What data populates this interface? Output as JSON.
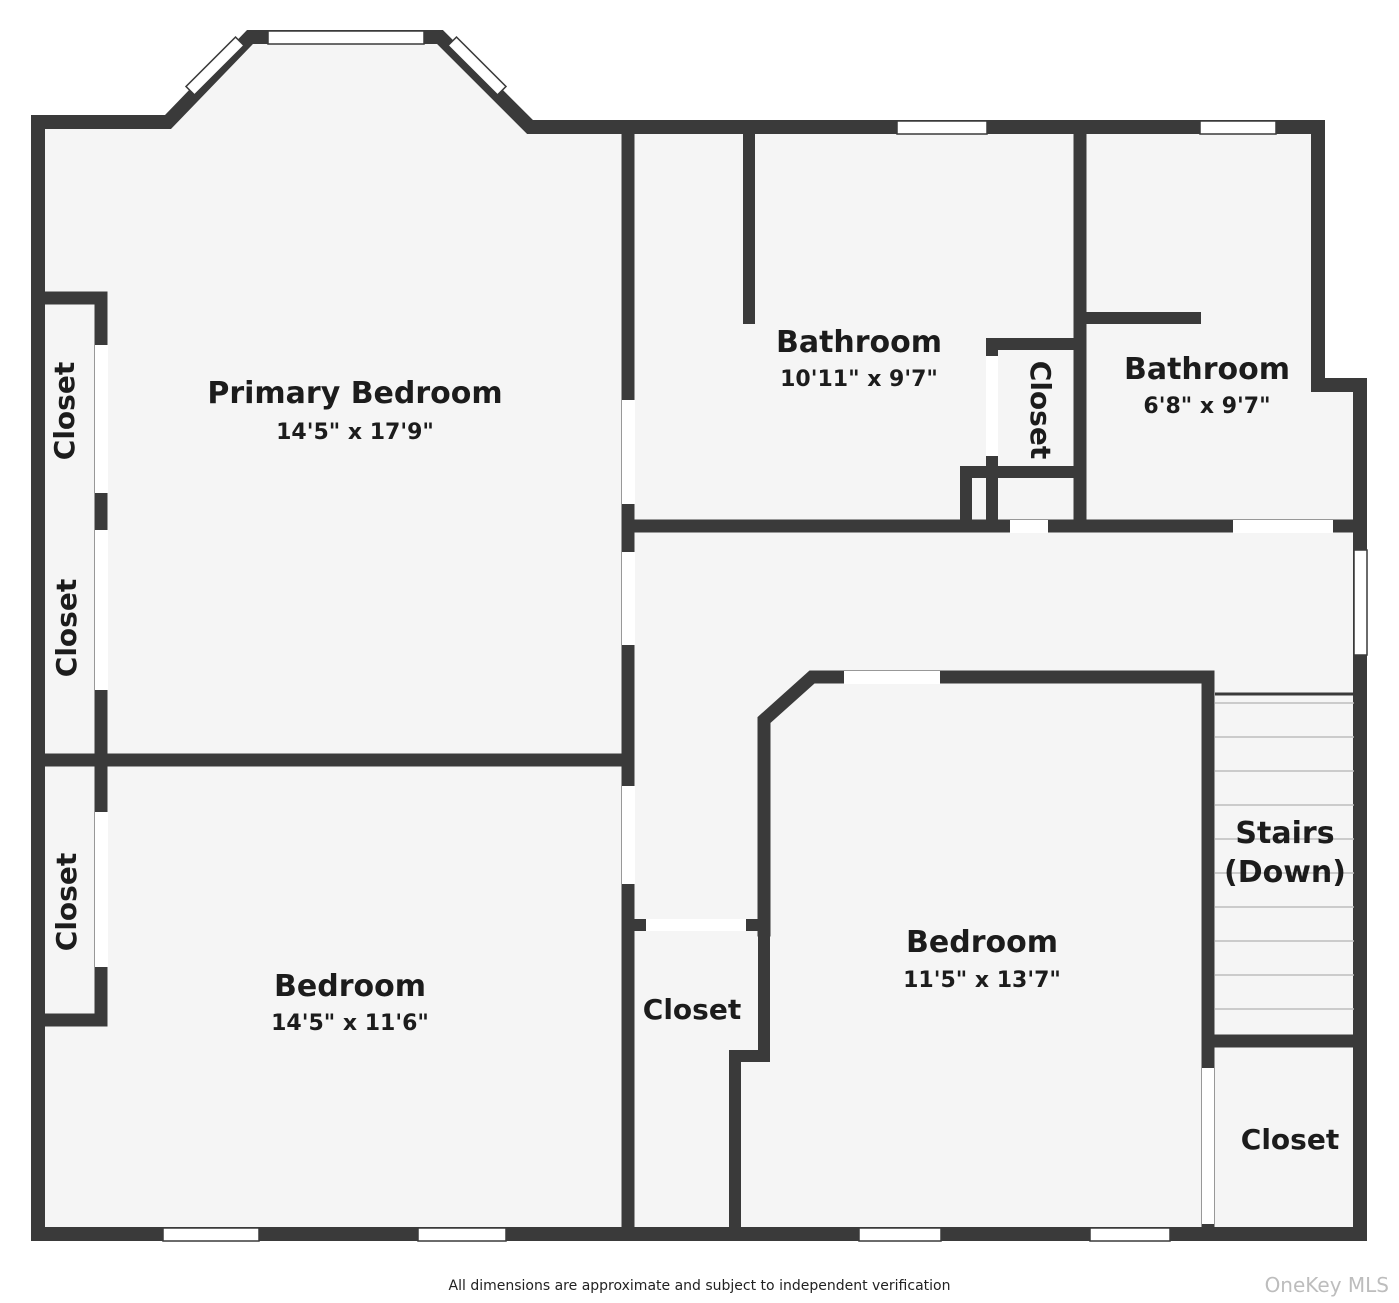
{
  "rooms": {
    "primary_bedroom": {
      "name": "Primary Bedroom",
      "dims": "14'5\" x 17'9\""
    },
    "bathroom_main": {
      "name": "Bathroom",
      "dims": "10'11\" x 9'7\""
    },
    "bathroom_small": {
      "name": "Bathroom",
      "dims": "6'8\" x 9'7\""
    },
    "bedroom_left": {
      "name": "Bedroom",
      "dims": "14'5\" x 11'6\""
    },
    "bedroom_right": {
      "name": "Bedroom",
      "dims": "11'5\" x 13'7\""
    },
    "stairs": {
      "line1": "Stairs",
      "line2": "(Down)"
    }
  },
  "closets": {
    "left_upper": "Closet",
    "left_middle": "Closet",
    "left_lower": "Closet",
    "bathroom": "Closet",
    "hall": "Closet",
    "bottom_right": "Closet"
  },
  "footer": {
    "note": "All dimensions are approximate and subject to independent verification",
    "watermark": "OneKey MLS"
  },
  "colors": {
    "wall": "#3a3a3a",
    "floor": "#f5f5f5",
    "window": "#ffffff",
    "stair_line": "#bdbdbd"
  }
}
